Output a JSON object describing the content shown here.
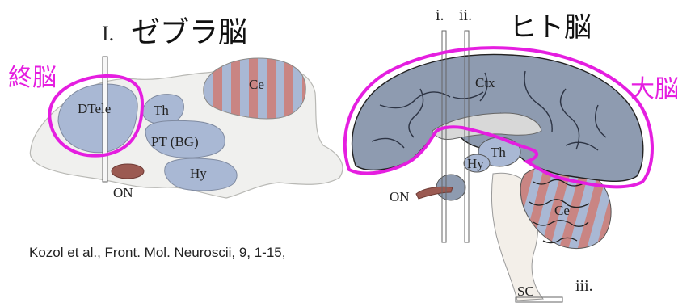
{
  "colors": {
    "outline_highlight": "#e51ee0",
    "region_blue": "#a9b8d4",
    "region_stripe_red": "#c98583",
    "brain_body": "#f0f0ee",
    "cortex_fill": "#8e9bb0",
    "optic_nerve": "#9b5a52"
  },
  "zebrafish": {
    "title_numeral": "I.",
    "title": "ゼブラ脳",
    "highlight_label": "終脳",
    "regions": {
      "dtele": "DTele",
      "th": "Th",
      "pt": "PT (BG)",
      "hy": "Hy",
      "ce": "Ce",
      "on": "ON"
    }
  },
  "human": {
    "title": "ヒト脳",
    "highlight_label": "大脳",
    "section_i": "i.",
    "section_ii": "ii.",
    "section_iii": "iii.",
    "regions": {
      "ctx": "Ctx",
      "th": "Th",
      "hy": "Hy",
      "ce": "Ce",
      "on": "ON",
      "sc": "SC"
    }
  },
  "citation": "Kozol et al., Front. Mol. Neuroscii, 9, 1-15,"
}
